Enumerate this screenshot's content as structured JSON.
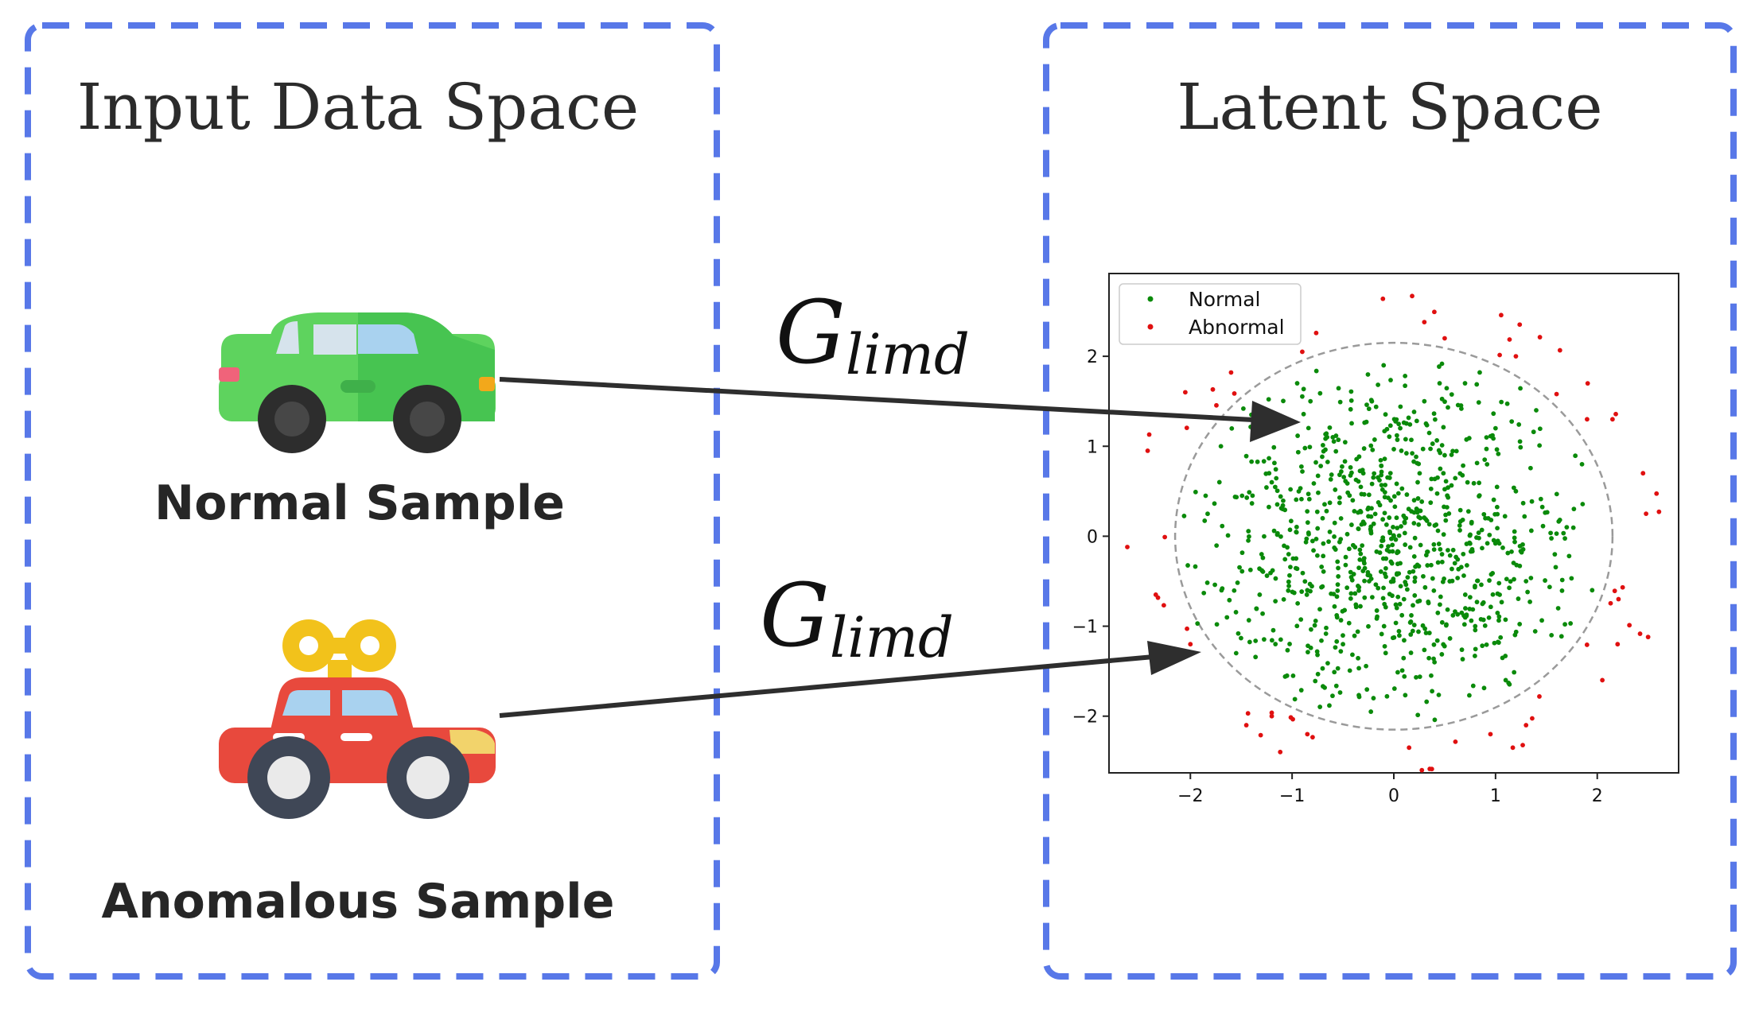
{
  "colors": {
    "panel_border": "#5878e8",
    "arrow": "#2e2e2e",
    "normal_car": "#5ed35e",
    "anomalous_car": "#e8493d",
    "wind_up_key": "#f2c21b",
    "normal_point": "#0a8a0a",
    "abnormal_point": "#e01010",
    "boundary_circle": "#9a9a9a"
  },
  "icons": {
    "normal_car": "green-car-icon",
    "anomalous_car": "red-toy-car-icon"
  },
  "input_panel": {
    "title": "Input Data Space",
    "normal_label": "Normal Sample",
    "anomalous_label": "Anomalous Sample"
  },
  "latent_panel": {
    "title": "Latent Space"
  },
  "mapping": {
    "base": "G",
    "subscript": "limd"
  },
  "chart_data": {
    "type": "scatter",
    "title": "",
    "xlabel": "",
    "ylabel": "",
    "xlim": [
      -2.8,
      2.8
    ],
    "ylim": [
      -2.63,
      2.92
    ],
    "xticks": [
      -2,
      -1,
      0,
      1,
      2
    ],
    "yticks": [
      -2,
      -1,
      0,
      1,
      2
    ],
    "tick_labels": [
      "−2",
      "−1",
      "0",
      "1",
      "2"
    ],
    "grid": false,
    "legend": "top-left",
    "boundary": {
      "shape": "circle",
      "center": [
        0,
        0
      ],
      "radius": 2.15,
      "style": "dashed"
    },
    "series": [
      {
        "name": "Normal",
        "color": "#0a8a0a",
        "approx_count": 900,
        "distribution": "dense cluster filling the dashed circle, radius <= 2.1",
        "points": [
          [
            -1.93,
            -0.97
          ],
          [
            -1.85,
            0.45
          ],
          [
            -1.7,
            1.0
          ],
          [
            -1.55,
            -1.3
          ],
          [
            -1.4,
            1.35
          ],
          [
            -1.3,
            -0.2
          ],
          [
            -1.2,
            0.6
          ],
          [
            -1.05,
            -1.55
          ],
          [
            -0.95,
            1.7
          ],
          [
            -0.85,
            -0.6
          ],
          [
            -0.7,
            0.2
          ],
          [
            -0.6,
            1.1
          ],
          [
            -0.5,
            -1.2
          ],
          [
            -0.4,
            -0.1
          ],
          [
            -0.3,
            0.7
          ],
          [
            -0.2,
            -1.8
          ],
          [
            -0.1,
            1.9
          ],
          [
            0.0,
            0.0
          ],
          [
            0.1,
            -0.7
          ],
          [
            0.2,
            0.4
          ],
          [
            0.3,
            1.5
          ],
          [
            0.4,
            -1.4
          ],
          [
            0.5,
            0.9
          ],
          [
            0.6,
            -0.3
          ],
          [
            0.7,
            1.7
          ],
          [
            0.8,
            -1.0
          ],
          [
            0.9,
            0.2
          ],
          [
            1.0,
            1.2
          ],
          [
            1.1,
            -1.6
          ],
          [
            1.2,
            0.5
          ],
          [
            1.3,
            -0.5
          ],
          [
            1.4,
            1.4
          ],
          [
            1.55,
            -1.1
          ],
          [
            1.7,
            0.1
          ],
          [
            1.85,
            0.8
          ],
          [
            1.95,
            -0.6
          ]
        ]
      },
      {
        "name": "Abnormal",
        "color": "#e01010",
        "approx_count": 70,
        "distribution": "sparse ring just outside the dashed circle, radius 2.2 to 2.7",
        "points": [
          [
            -2.62,
            -0.12
          ],
          [
            -2.42,
            0.95
          ],
          [
            -2.34,
            -0.65
          ],
          [
            -2.2,
            -1.3
          ],
          [
            -2.05,
            1.6
          ],
          [
            -1.6,
            1.82
          ],
          [
            -1.45,
            -2.1
          ],
          [
            -0.9,
            2.05
          ],
          [
            -0.85,
            -2.2
          ],
          [
            0.18,
            2.67
          ],
          [
            0.3,
            2.38
          ],
          [
            0.15,
            -2.35
          ],
          [
            0.5,
            2.2
          ],
          [
            0.95,
            -2.2
          ],
          [
            1.2,
            2.0
          ],
          [
            1.3,
            -2.1
          ],
          [
            1.6,
            1.58
          ],
          [
            1.9,
            1.3
          ],
          [
            2.15,
            1.3
          ],
          [
            2.2,
            -1.2
          ],
          [
            2.45,
            0.7
          ],
          [
            2.48,
            0.25
          ],
          [
            2.5,
            -1.12
          ],
          [
            2.05,
            -1.6
          ],
          [
            -1.2,
            -2.0
          ],
          [
            -2.0,
            -1.2
          ]
        ]
      }
    ]
  }
}
